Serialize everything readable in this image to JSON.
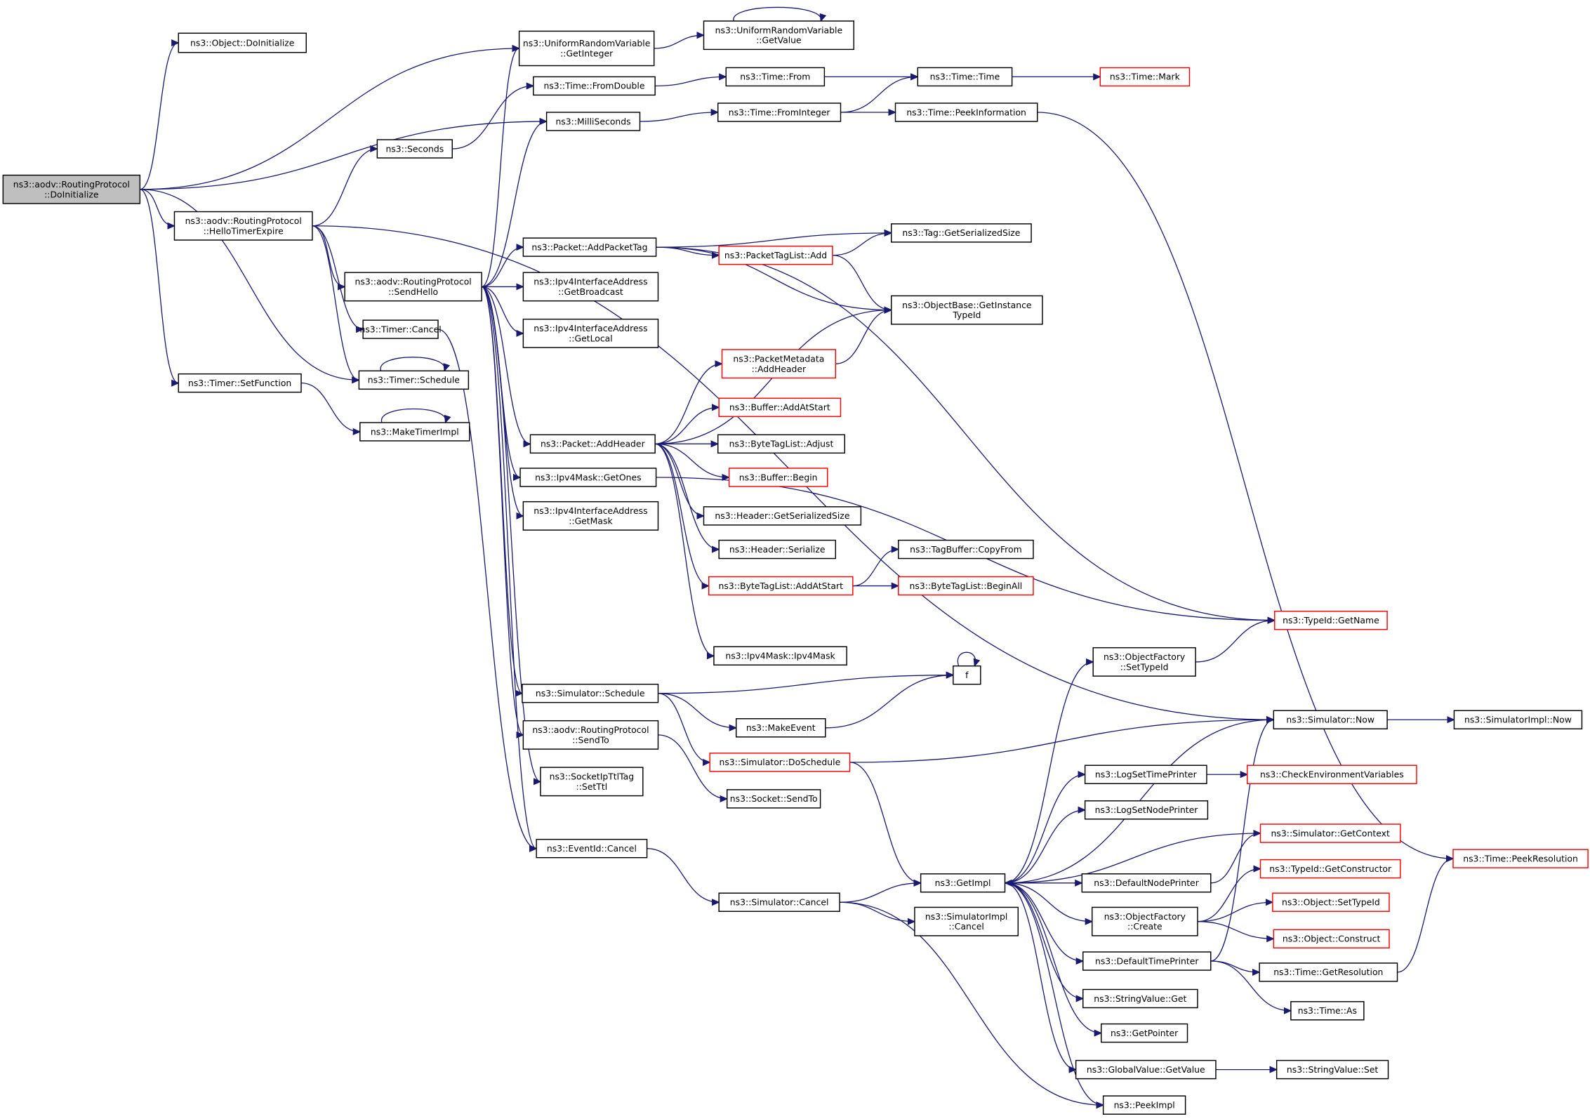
{
  "colors": {
    "edge": "#191970",
    "root_fill": "#bfbfbf",
    "missing_border": "#ff0000"
  },
  "nodes": {
    "root": {
      "lines": [
        "ns3::aodv::RoutingProtocol",
        "::DoInitialize"
      ],
      "style": "root"
    },
    "objDoInit": {
      "lines": [
        "ns3::Object::DoInitialize"
      ]
    },
    "urvGetInteger": {
      "lines": [
        "ns3::UniformRandomVariable",
        "::GetInteger"
      ]
    },
    "urvGetValue": {
      "lines": [
        "ns3::UniformRandomVariable",
        "::GetValue"
      ]
    },
    "timeFromDouble": {
      "lines": [
        "ns3::Time::FromDouble"
      ]
    },
    "milliSeconds": {
      "lines": [
        "ns3::MilliSeconds"
      ]
    },
    "seconds": {
      "lines": [
        "ns3::Seconds"
      ]
    },
    "helloTimerExpire": {
      "lines": [
        "ns3::aodv::RoutingProtocol",
        "::HelloTimerExpire"
      ]
    },
    "sendHello": {
      "lines": [
        "ns3::aodv::RoutingProtocol",
        "::SendHello"
      ]
    },
    "timerCancel": {
      "lines": [
        "ns3::Timer::Cancel"
      ]
    },
    "timerSchedule": {
      "lines": [
        "ns3::Timer::Schedule"
      ]
    },
    "setFunction": {
      "lines": [
        "ns3::Timer::SetFunction"
      ]
    },
    "makeTimerImpl": {
      "lines": [
        "ns3::MakeTimerImpl"
      ]
    },
    "timeFrom": {
      "lines": [
        "ns3::Time::From"
      ]
    },
    "timeFromInteger": {
      "lines": [
        "ns3::Time::FromInteger"
      ]
    },
    "timeTime": {
      "lines": [
        "ns3::Time::Time"
      ]
    },
    "timeMark": {
      "lines": [
        "ns3::Time::Mark"
      ],
      "style": "red"
    },
    "peekInformation": {
      "lines": [
        "ns3::Time::PeekInformation"
      ]
    },
    "addPacketTag": {
      "lines": [
        "ns3::Packet::AddPacketTag"
      ]
    },
    "getBroadcast": {
      "lines": [
        "ns3::Ipv4InterfaceAddress",
        "::GetBroadcast"
      ]
    },
    "getLocal": {
      "lines": [
        "ns3::Ipv4InterfaceAddress",
        "::GetLocal"
      ]
    },
    "tagGetSerializedSize": {
      "lines": [
        "ns3::Tag::GetSerializedSize"
      ]
    },
    "packetTagListAdd": {
      "lines": [
        "ns3::PacketTagList::Add"
      ],
      "style": "red"
    },
    "objectBaseGetInstanceTypeId": {
      "lines": [
        "ns3::ObjectBase::GetInstance",
        "TypeId"
      ]
    },
    "packetMetadataAddHeader": {
      "lines": [
        "ns3::PacketMetadata",
        "::AddHeader"
      ],
      "style": "red"
    },
    "bufferAddAtStart": {
      "lines": [
        "ns3::Buffer::AddAtStart"
      ],
      "style": "red"
    },
    "addHeader": {
      "lines": [
        "ns3::Packet::AddHeader"
      ]
    },
    "byteTagListAdjust": {
      "lines": [
        "ns3::ByteTagList::Adjust"
      ]
    },
    "bufferBegin": {
      "lines": [
        "ns3::Buffer::Begin"
      ],
      "style": "red"
    },
    "ipv4MaskGetOnes": {
      "lines": [
        "ns3::Ipv4Mask::GetOnes"
      ]
    },
    "getMask": {
      "lines": [
        "ns3::Ipv4InterfaceAddress",
        "::GetMask"
      ]
    },
    "headerGetSerializedSize": {
      "lines": [
        "ns3::Header::GetSerializedSize"
      ]
    },
    "headerSerialize": {
      "lines": [
        "ns3::Header::Serialize"
      ]
    },
    "tagBufferCopyFrom": {
      "lines": [
        "ns3::TagBuffer::CopyFrom"
      ]
    },
    "byteTagListAddAtStart": {
      "lines": [
        "ns3::ByteTagList::AddAtStart"
      ],
      "style": "red"
    },
    "byteTagListBeginAll": {
      "lines": [
        "ns3::ByteTagList::BeginAll"
      ],
      "style": "red"
    },
    "typeIdGetName": {
      "lines": [
        "ns3::TypeId::GetName"
      ],
      "style": "red"
    },
    "ipv4MaskIpv4Mask": {
      "lines": [
        "ns3::Ipv4Mask::Ipv4Mask"
      ]
    },
    "f": {
      "lines": [
        "f"
      ]
    },
    "simulatorSchedule": {
      "lines": [
        "ns3::Simulator::Schedule"
      ]
    },
    "objectFactorySetTypeId": {
      "lines": [
        "ns3::ObjectFactory",
        "::SetTypeId"
      ]
    },
    "makeEvent": {
      "lines": [
        "ns3::MakeEvent"
      ]
    },
    "sendTo": {
      "lines": [
        "ns3::aodv::RoutingProtocol",
        "::SendTo"
      ]
    },
    "simulatorDoSchedule": {
      "lines": [
        "ns3::Simulator::DoSchedule"
      ],
      "style": "red"
    },
    "simulatorNow": {
      "lines": [
        "ns3::Simulator::Now"
      ]
    },
    "simulatorImplNow": {
      "lines": [
        "ns3::SimulatorImpl::Now"
      ]
    },
    "socketIpTtlTagSetTtl": {
      "lines": [
        "ns3::SocketIpTtlTag",
        "::SetTtl"
      ]
    },
    "socketSendTo": {
      "lines": [
        "ns3::Socket::SendTo"
      ]
    },
    "logSetTimePrinter": {
      "lines": [
        "ns3::LogSetTimePrinter"
      ]
    },
    "checkEnvVars": {
      "lines": [
        "ns3::CheckEnvironmentVariables"
      ],
      "style": "red"
    },
    "logSetNodePrinter": {
      "lines": [
        "ns3::LogSetNodePrinter"
      ]
    },
    "eventIdCancel": {
      "lines": [
        "ns3::EventId::Cancel"
      ]
    },
    "simulatorGetContext": {
      "lines": [
        "ns3::Simulator::GetContext"
      ],
      "style": "red"
    },
    "timePeekResolution": {
      "lines": [
        "ns3::Time::PeekResolution"
      ],
      "style": "red"
    },
    "getImpl": {
      "lines": [
        "ns3::GetImpl"
      ]
    },
    "defaultNodePrinter": {
      "lines": [
        "ns3::DefaultNodePrinter"
      ]
    },
    "simulatorCancel": {
      "lines": [
        "ns3::Simulator::Cancel"
      ]
    },
    "typeIdGetConstructor": {
      "lines": [
        "ns3::TypeId::GetConstructor"
      ],
      "style": "red"
    },
    "simulatorImplCancel": {
      "lines": [
        "ns3::SimulatorImpl",
        "::Cancel"
      ]
    },
    "objectFactoryCreate": {
      "lines": [
        "ns3::ObjectFactory",
        "::Create"
      ]
    },
    "objectSetTypeId": {
      "lines": [
        "ns3::Object::SetTypeId"
      ],
      "style": "red"
    },
    "objectConstruct": {
      "lines": [
        "ns3::Object::Construct"
      ],
      "style": "red"
    },
    "defaultTimePrinter": {
      "lines": [
        "ns3::DefaultTimePrinter"
      ]
    },
    "timeGetResolution": {
      "lines": [
        "ns3::Time::GetResolution"
      ]
    },
    "stringValueGet": {
      "lines": [
        "ns3::StringValue::Get"
      ]
    },
    "timeAs": {
      "lines": [
        "ns3::Time::As"
      ]
    },
    "getPointer": {
      "lines": [
        "ns3::GetPointer"
      ]
    },
    "globalValueGetValue": {
      "lines": [
        "ns3::GlobalValue::GetValue"
      ]
    },
    "stringValueSet": {
      "lines": [
        "ns3::StringValue::Set"
      ]
    },
    "peekImpl": {
      "lines": [
        "ns3::PeekImpl"
      ]
    }
  },
  "edges": [
    [
      "root",
      "objDoInit"
    ],
    [
      "root",
      "urvGetInteger"
    ],
    [
      "root",
      "milliSeconds"
    ],
    [
      "root",
      "helloTimerExpire"
    ],
    [
      "root",
      "timerSchedule"
    ],
    [
      "root",
      "setFunction"
    ],
    [
      "helloTimerExpire",
      "seconds"
    ],
    [
      "helloTimerExpire",
      "sendHello"
    ],
    [
      "helloTimerExpire",
      "timerCancel"
    ],
    [
      "helloTimerExpire",
      "timerSchedule"
    ],
    [
      "helloTimerExpire",
      "simulatorNow"
    ],
    [
      "seconds",
      "timeFromDouble"
    ],
    [
      "sendHello",
      "urvGetInteger"
    ],
    [
      "sendHello",
      "milliSeconds"
    ],
    [
      "sendHello",
      "addPacketTag"
    ],
    [
      "sendHello",
      "getBroadcast"
    ],
    [
      "sendHello",
      "getLocal"
    ],
    [
      "sendHello",
      "addHeader"
    ],
    [
      "sendHello",
      "ipv4MaskGetOnes"
    ],
    [
      "sendHello",
      "getMask"
    ],
    [
      "sendHello",
      "simulatorSchedule"
    ],
    [
      "sendHello",
      "sendTo"
    ],
    [
      "sendHello",
      "socketIpTtlTagSetTtl"
    ],
    [
      "sendHello",
      "eventIdCancel"
    ],
    [
      "timerCancel",
      "eventIdCancel"
    ],
    [
      "timerSchedule",
      "timerSchedule"
    ],
    [
      "setFunction",
      "makeTimerImpl"
    ],
    [
      "makeTimerImpl",
      "makeTimerImpl"
    ],
    [
      "urvGetInteger",
      "urvGetValue"
    ],
    [
      "urvGetValue",
      "urvGetValue"
    ],
    [
      "timeFromDouble",
      "timeFrom"
    ],
    [
      "timeFrom",
      "timeTime"
    ],
    [
      "timeTime",
      "timeMark"
    ],
    [
      "milliSeconds",
      "timeFromInteger"
    ],
    [
      "timeFromInteger",
      "timeTime"
    ],
    [
      "timeFromInteger",
      "peekInformation"
    ],
    [
      "peekInformation",
      "timePeekResolution"
    ],
    [
      "addPacketTag",
      "tagGetSerializedSize"
    ],
    [
      "addPacketTag",
      "packetTagListAdd"
    ],
    [
      "addPacketTag",
      "objectBaseGetInstanceTypeId"
    ],
    [
      "addPacketTag",
      "typeIdGetName"
    ],
    [
      "packetTagListAdd",
      "tagGetSerializedSize"
    ],
    [
      "packetTagListAdd",
      "objectBaseGetInstanceTypeId"
    ],
    [
      "addHeader",
      "objectBaseGetInstanceTypeId"
    ],
    [
      "addHeader",
      "packetMetadataAddHeader"
    ],
    [
      "addHeader",
      "bufferAddAtStart"
    ],
    [
      "addHeader",
      "byteTagListAdjust"
    ],
    [
      "addHeader",
      "bufferBegin"
    ],
    [
      "addHeader",
      "headerGetSerializedSize"
    ],
    [
      "addHeader",
      "headerSerialize"
    ],
    [
      "addHeader",
      "byteTagListAddAtStart"
    ],
    [
      "addHeader",
      "ipv4MaskIpv4Mask"
    ],
    [
      "packetMetadataAddHeader",
      "objectBaseGetInstanceTypeId"
    ],
    [
      "byteTagListAddAtStart",
      "tagBufferCopyFrom"
    ],
    [
      "byteTagListAddAtStart",
      "byteTagListBeginAll"
    ],
    [
      "ipv4MaskGetOnes",
      "typeIdGetName"
    ],
    [
      "objectFactorySetTypeId",
      "typeIdGetName"
    ],
    [
      "simulatorSchedule",
      "f"
    ],
    [
      "simulatorSchedule",
      "makeEvent"
    ],
    [
      "simulatorSchedule",
      "simulatorDoSchedule"
    ],
    [
      "f",
      "f"
    ],
    [
      "makeEvent",
      "f"
    ],
    [
      "sendTo",
      "socketSendTo"
    ],
    [
      "simulatorDoSchedule",
      "simulatorNow"
    ],
    [
      "simulatorDoSchedule",
      "getImpl"
    ],
    [
      "simulatorNow",
      "simulatorImplNow"
    ],
    [
      "eventIdCancel",
      "simulatorCancel"
    ],
    [
      "simulatorCancel",
      "getImpl"
    ],
    [
      "simulatorCancel",
      "simulatorImplCancel"
    ],
    [
      "simulatorCancel",
      "peekImpl"
    ],
    [
      "getImpl",
      "objectFactorySetTypeId"
    ],
    [
      "getImpl",
      "simulatorNow"
    ],
    [
      "getImpl",
      "logSetTimePrinter"
    ],
    [
      "getImpl",
      "logSetNodePrinter"
    ],
    [
      "getImpl",
      "defaultNodePrinter"
    ],
    [
      "getImpl",
      "objectFactoryCreate"
    ],
    [
      "getImpl",
      "defaultTimePrinter"
    ],
    [
      "getImpl",
      "stringValueGet"
    ],
    [
      "getImpl",
      "getPointer"
    ],
    [
      "getImpl",
      "globalValueGetValue"
    ],
    [
      "getImpl",
      "peekImpl"
    ],
    [
      "logSetTimePrinter",
      "checkEnvVars"
    ],
    [
      "simulatorGetContext",
      "getImpl"
    ],
    [
      "defaultNodePrinter",
      "simulatorGetContext"
    ],
    [
      "objectFactoryCreate",
      "typeIdGetConstructor"
    ],
    [
      "objectFactoryCreate",
      "objectSetTypeId"
    ],
    [
      "objectFactoryCreate",
      "objectConstruct"
    ],
    [
      "defaultTimePrinter",
      "simulatorNow"
    ],
    [
      "defaultTimePrinter",
      "timeGetResolution"
    ],
    [
      "defaultTimePrinter",
      "timeAs"
    ],
    [
      "timeGetResolution",
      "timePeekResolution"
    ],
    [
      "globalValueGetValue",
      "stringValueSet"
    ]
  ]
}
